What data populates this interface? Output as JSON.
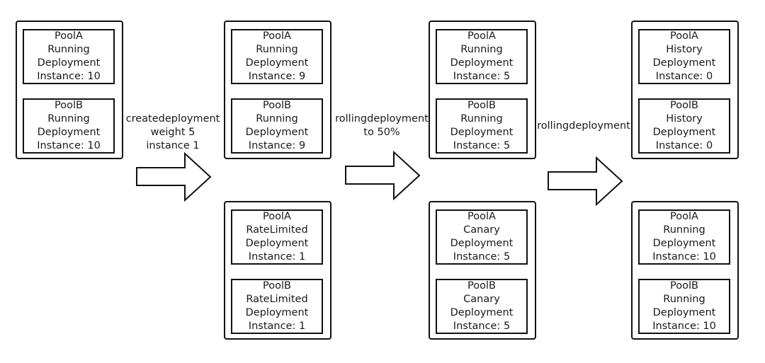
{
  "stages": [
    {
      "groups": [
        {
          "pools": [
            {
              "name": "PoolA",
              "state": "Running",
              "type": "Deployment",
              "instance": "Instance: 10"
            },
            {
              "name": "PoolB",
              "state": "Running",
              "type": "Deployment",
              "instance": "Instance: 10"
            }
          ]
        }
      ]
    },
    {
      "groups": [
        {
          "pools": [
            {
              "name": "PoolA",
              "state": "Running",
              "type": "Deployment",
              "instance": "Instance: 9"
            },
            {
              "name": "PoolB",
              "state": "Running",
              "type": "Deployment",
              "instance": "Instance: 9"
            }
          ]
        },
        {
          "pools": [
            {
              "name": "PoolA",
              "state": "RateLimited",
              "type": "Deployment",
              "instance": "Instance: 1"
            },
            {
              "name": "PoolB",
              "state": "RateLimited",
              "type": "Deployment",
              "instance": "Instance: 1"
            }
          ]
        }
      ]
    },
    {
      "groups": [
        {
          "pools": [
            {
              "name": "PoolA",
              "state": "Running",
              "type": "Deployment",
              "instance": "Instance: 5"
            },
            {
              "name": "PoolB",
              "state": "Running",
              "type": "Deployment",
              "instance": "Instance: 5"
            }
          ]
        },
        {
          "pools": [
            {
              "name": "PoolA",
              "state": "Canary",
              "type": "Deployment",
              "instance": "Instance: 5"
            },
            {
              "name": "PoolB",
              "state": "Canary",
              "type": "Deployment",
              "instance": "Instance: 5"
            }
          ]
        }
      ]
    },
    {
      "groups": [
        {
          "pools": [
            {
              "name": "PoolA",
              "state": "History",
              "type": "Deployment",
              "instance": "Instance: 0"
            },
            {
              "name": "PoolB",
              "state": "History",
              "type": "Deployment",
              "instance": "Instance: 0"
            }
          ]
        },
        {
          "pools": [
            {
              "name": "PoolA",
              "state": "Running",
              "type": "Deployment",
              "instance": "Instance: 10"
            },
            {
              "name": "PoolB",
              "state": "Running",
              "type": "Deployment",
              "instance": "Instance: 10"
            }
          ]
        }
      ]
    }
  ],
  "transitions": [
    {
      "lines": [
        "createdeployment",
        "weight 5",
        "instance 1"
      ]
    },
    {
      "lines": [
        "rollingdeployment",
        "to 50%"
      ]
    },
    {
      "lines": [
        "rollingdeployment"
      ]
    }
  ]
}
